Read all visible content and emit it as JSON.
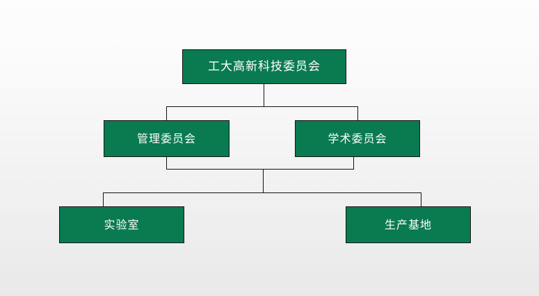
{
  "diagram": {
    "type": "organizational-chart",
    "title": "",
    "levels": 3,
    "colors": {
      "node_fill": "#0a7a51",
      "node_border": "#151515",
      "node_text": "#ffffff",
      "connector": "#121212",
      "background_top": "#fdfdfd",
      "background_bottom": "#e9e9e9"
    },
    "nodes": [
      {
        "id": "root",
        "label": "工大高新科技委员会",
        "level": 1
      },
      {
        "id": "management",
        "label": "管理委员会",
        "level": 2
      },
      {
        "id": "academic",
        "label": "学术委员会",
        "level": 2
      },
      {
        "id": "laboratory",
        "label": "实验室",
        "level": 3
      },
      {
        "id": "production-base",
        "label": "生产基地",
        "level": 3
      }
    ],
    "edges": [
      {
        "from": "root",
        "to": "management"
      },
      {
        "from": "root",
        "to": "academic"
      },
      {
        "from": "management",
        "to": "laboratory"
      },
      {
        "from": "management",
        "to": "production-base"
      },
      {
        "from": "academic",
        "to": "laboratory"
      },
      {
        "from": "academic",
        "to": "production-base"
      }
    ]
  }
}
